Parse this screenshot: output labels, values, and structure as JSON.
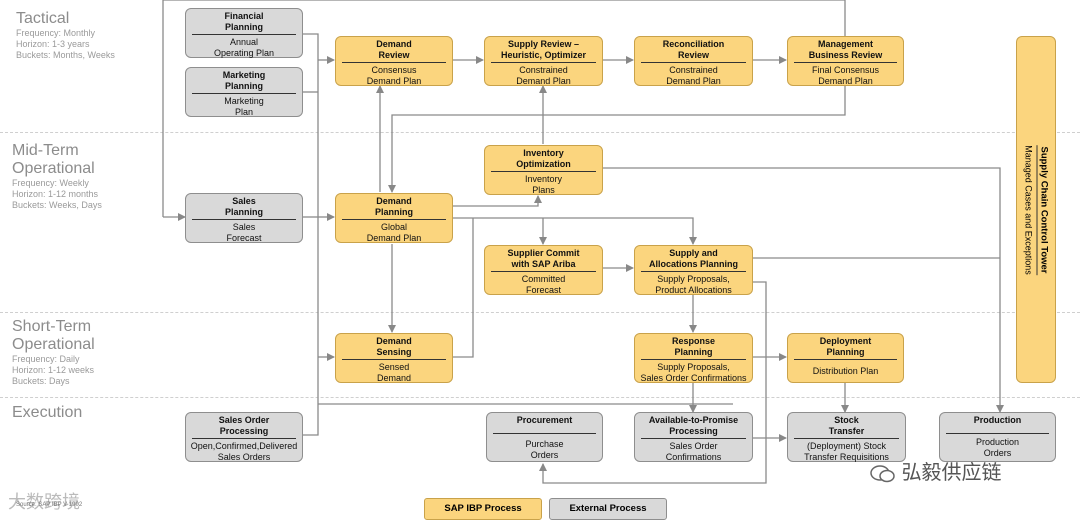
{
  "bands": {
    "tactical": {
      "title": "Tactical",
      "lines": [
        "Frequency: Monthly",
        "Horizon: 1-3 years",
        "Buckets: Months, Weeks"
      ]
    },
    "midterm": {
      "title1": "Mid-Term",
      "title2": "Operational",
      "lines": [
        "Frequency: Weekly",
        "Horizon: 1-12 months",
        "Buckets: Weeks, Days"
      ]
    },
    "shortterm": {
      "title1": "Short-Term",
      "title2": "Operational",
      "lines": [
        "Frequency: Daily",
        "Horizon: 1-12 weeks",
        "Buckets: Days"
      ]
    },
    "execution": {
      "title": "Execution"
    }
  },
  "boxes": {
    "financial": {
      "title1": "Financial",
      "title2": "Planning",
      "desc1": "Annual",
      "desc2": "Operating Plan"
    },
    "marketing": {
      "title1": "Marketing",
      "title2": "Planning",
      "desc1": "Marketing",
      "desc2": "Plan"
    },
    "demand_review": {
      "title1": "Demand",
      "title2": "Review",
      "desc1": "Consensus",
      "desc2": "Demand Plan"
    },
    "supply_review": {
      "title1": "Supply Review –",
      "title2": "Heuristic, Optimizer",
      "desc1": "Constrained",
      "desc2": "Demand Plan"
    },
    "reconciliation": {
      "title1": "Reconciliation",
      "title2": "Review",
      "desc1": "Constrained",
      "desc2": "Demand Plan"
    },
    "management": {
      "title1": "Management",
      "title2": "Business Review",
      "desc1": "Final Consensus",
      "desc2": "Demand Plan"
    },
    "inventory": {
      "title1": "Inventory",
      "title2": "Optimization",
      "desc1": "Inventory",
      "desc2": "Plans"
    },
    "sales_planning": {
      "title1": "Sales",
      "title2": "Planning",
      "desc1": "Sales",
      "desc2": "Forecast"
    },
    "demand_planning": {
      "title1": "Demand",
      "title2": "Planning",
      "desc1": "Global",
      "desc2": "Demand Plan"
    },
    "supplier_commit": {
      "title1": "Supplier Commit",
      "title2": "with SAP Ariba",
      "desc1": "Committed",
      "desc2": "Forecast"
    },
    "supply_alloc": {
      "title1": "Supply and",
      "title2": "Allocations Planning",
      "desc1": "Supply Proposals,",
      "desc2": "Product Allocations"
    },
    "demand_sensing": {
      "title1": "Demand",
      "title2": "Sensing",
      "desc1": "Sensed",
      "desc2": "Demand"
    },
    "response": {
      "title1": "Response",
      "title2": "Planning",
      "desc1": "Supply Proposals,",
      "desc2": "Sales Order Confirmations"
    },
    "deployment": {
      "title1": "Deployment",
      "title2": "Planning",
      "desc1": "Distribution Plan",
      "desc2": ""
    },
    "sales_order": {
      "title1": "Sales Order",
      "title2": "Processing",
      "desc1": "Open,Confirmed,Delivered",
      "desc2": "Sales Orders"
    },
    "procurement": {
      "title1": "Procurement",
      "title2": "",
      "desc1": "Purchase",
      "desc2": "Orders"
    },
    "atp": {
      "title1": "Available-to-Promise",
      "title2": "Processing",
      "desc1": "Sales Order",
      "desc2": "Confirmations"
    },
    "stock_transfer": {
      "title1": "Stock",
      "title2": "Transfer",
      "desc1": "(Deployment) Stock",
      "desc2": "Transfer Requisitions"
    },
    "production": {
      "title1": "Production",
      "title2": "",
      "desc1": "Production",
      "desc2": "Orders"
    }
  },
  "tower": {
    "title": "Supply Chain Control Tower",
    "subtitle": "Managed Cases and Exceptions"
  },
  "legend": {
    "ibp": "SAP IBP Process",
    "external": "External Process"
  },
  "watermark": {
    "brand_cn": "弘毅供应链",
    "left_cn": "大数跨境",
    "source": "Source: SAP IBP V 1902"
  },
  "colors": {
    "ibp": "#fbd57e",
    "external": "#d9d9d9",
    "arrow": "#888888"
  }
}
